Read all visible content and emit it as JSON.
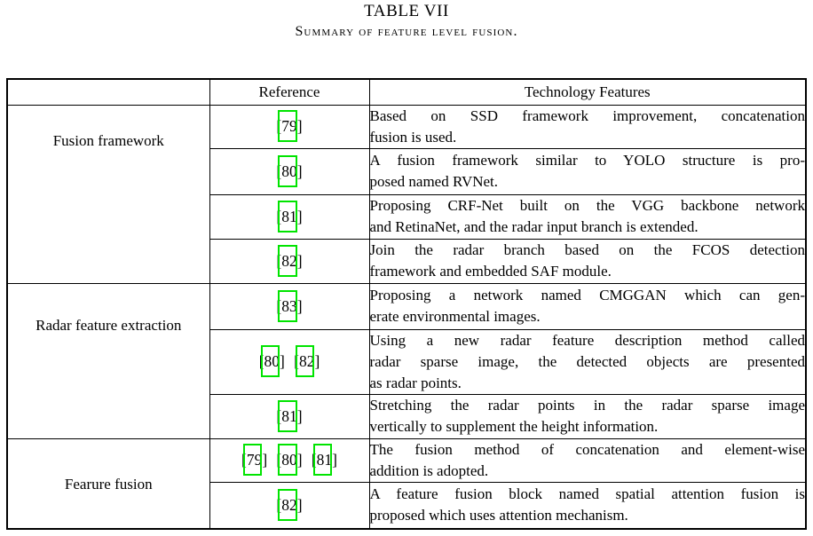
{
  "page": {
    "title": "TABLE VII",
    "subtitle": "Summary of feature level fusion."
  },
  "colors": {
    "citation_box_green": "#00e400",
    "text": "#000000",
    "border": "#000000",
    "background": "#ffffff"
  },
  "table": {
    "header": {
      "category": "",
      "reference": "Reference",
      "features": "Technology Features"
    },
    "groups": [
      {
        "label": "Fusion framework",
        "rows": [
          {
            "refs": [
              "[79]"
            ],
            "desc": [
              "Based on SSD framework improvement, concatenation",
              "fusion is used."
            ]
          },
          {
            "refs": [
              "[80]"
            ],
            "desc": [
              "A fusion framework similar to YOLO structure is pro-",
              "posed named RVNet."
            ]
          },
          {
            "refs": [
              "[81]"
            ],
            "desc": [
              "Proposing CRF-Net built on the VGG backbone network",
              "and RetinaNet, and the radar input branch is extended."
            ]
          },
          {
            "refs": [
              "[82]"
            ],
            "desc": [
              "Join the radar branch based on the FCOS detection",
              "framework and embedded SAF module."
            ]
          }
        ]
      },
      {
        "label": "Radar feature extraction",
        "rows": [
          {
            "refs": [
              "[83]"
            ],
            "desc": [
              "Proposing a network named CMGGAN which can gen-",
              "erate environmental images."
            ]
          },
          {
            "refs": [
              "[80]",
              "[82]"
            ],
            "desc": [
              "Using a new radar feature description method called",
              "radar sparse image, the detected objects are presented",
              "as radar points."
            ]
          },
          {
            "refs": [
              "[81]"
            ],
            "desc": [
              "Stretching the radar points in the radar sparse image",
              "vertically to supplement the height information."
            ]
          }
        ]
      },
      {
        "label": "Fearure fusion",
        "rows": [
          {
            "refs": [
              "[79]",
              "[80]",
              "[81]"
            ],
            "desc": [
              "The fusion method of concatenation and element-wise",
              "addition is adopted."
            ]
          },
          {
            "refs": [
              "[82]"
            ],
            "desc": [
              "A feature fusion block named spatial attention fusion is",
              "proposed which uses attention mechanism."
            ]
          }
        ]
      }
    ]
  }
}
